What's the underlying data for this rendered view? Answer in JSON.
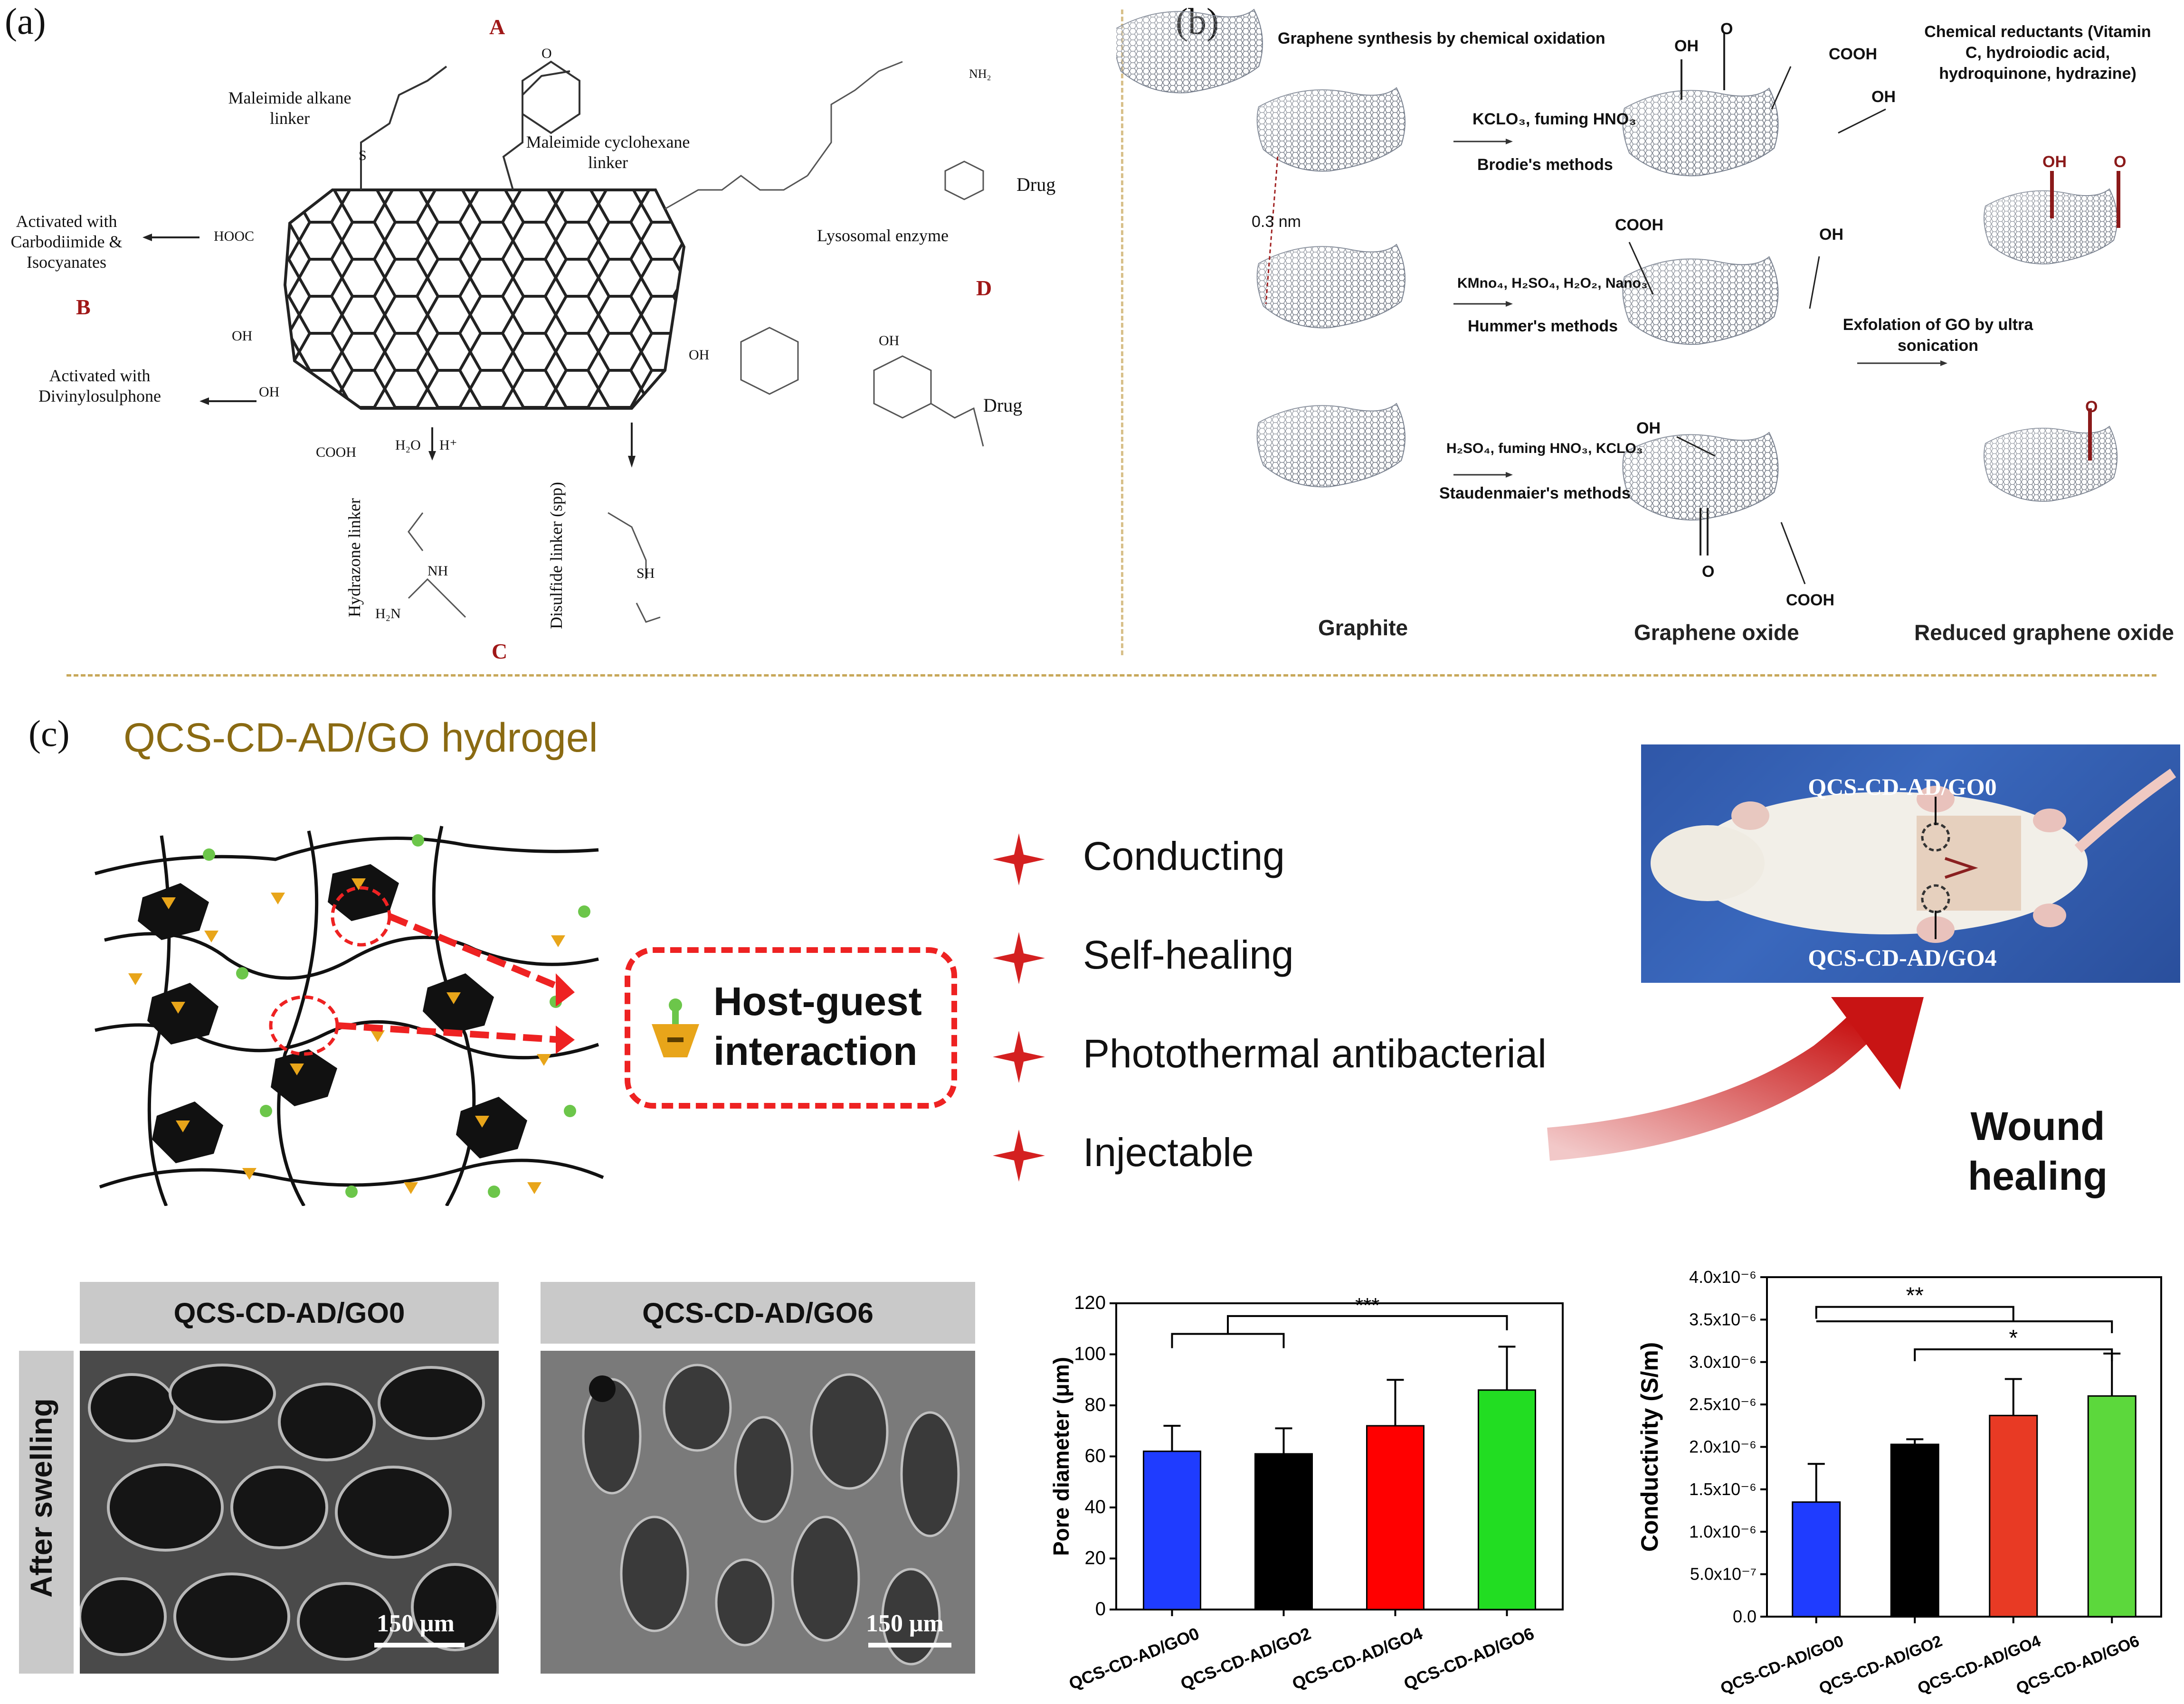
{
  "panel_a": {
    "label": "(a)",
    "letters": {
      "a": "A",
      "b": "B",
      "c": "C",
      "d": "D"
    },
    "maleimide_alkane": "Maleimide alkane linker",
    "maleimide_cyclohexane": "Maleimide cyclohexane linker",
    "activated_carbodiimide": "Activated with Carbodiimide & Isocyanates",
    "activated_divinyl": "Activated with Divinylosulphone",
    "hooc": "HOOC",
    "cooh": "COOH",
    "oh_left": "OH",
    "oh_right": "OH",
    "oh_bottom": "OH",
    "h2o": "H₂O",
    "h_plus": "H⁺",
    "hydrazone": "Hydrazone linker",
    "disulfide": "Disulfide linker (spp)",
    "lysosomal": "Lysosomal enzyme",
    "drug1": "Drug",
    "drug2": "Drug",
    "nh": "NH",
    "h2n": "H₂N",
    "sh": "SH",
    "nh2": "NH₂",
    "o": "O",
    "s": "S",
    "oh": "OH"
  },
  "panel_b": {
    "label": "(b)",
    "synthesis_title": "Graphene synthesis by chemical oxidation",
    "reductants": "Chemical reductants (Vitamin C, hydroiodic acid, hydroquinone, hydrazine)",
    "spacing": "0.3 nm",
    "route1_reagent": "KCLO₃, fuming HNO₃",
    "route1_method": "Brodie's methods",
    "route2_reagent": "KMno₄, H₂SO₄, H₂O₂, Nano₃",
    "route2_method": "Hummer's methods",
    "route3_reagent": "H₂SO₄, fuming HNO₃, KCLO₃",
    "route3_method": "Staudenmaier's methods",
    "exfoliation": "Exfolation of GO by ultra sonication",
    "oh": "OH",
    "o": "O",
    "cooh": "COOH",
    "caption_graphite": "Graphite",
    "caption_go": "Graphene oxide",
    "caption_rgo": "Reduced graphene oxide"
  },
  "panel_c": {
    "label": "(c)",
    "title": "QCS-CD-AD/GO hydrogel",
    "host_guest": "Host-guest interaction",
    "features": [
      "Conducting",
      "Self-healing",
      "Photothermal antibacterial",
      "Injectable"
    ],
    "photo_label_top": "QCS-CD-AD/GO0",
    "photo_label_bottom": "QCS-CD-AD/GO4",
    "wound_healing": "Wound healing",
    "sem_left_title": "QCS-CD-AD/GO0",
    "sem_right_title": "QCS-CD-AD/GO6",
    "sem_side_label": "After swelling",
    "scale_bar": "150 μm"
  },
  "colors": {
    "accent_gold": "#8a6a12",
    "red": "#d42020",
    "blue": "#1f3cff",
    "black": "#000000",
    "bar_red": "#ff0000",
    "green": "#22dd22",
    "cond_red": "#e83a24",
    "cond_green": "#5cd83c",
    "divider": "#c8a85a"
  },
  "chart_data": [
    {
      "type": "bar",
      "categories": [
        "QCS-CD-AD/GO0",
        "QCS-CD-AD/GO2",
        "QCS-CD-AD/GO4",
        "QCS-CD-AD/GO6"
      ],
      "values": [
        62,
        61,
        72,
        86
      ],
      "errors": [
        10,
        10,
        18,
        17
      ],
      "colors": [
        "#1f3cff",
        "#000000",
        "#ff0000",
        "#22dd22"
      ],
      "ylabel": "Pore diameter (μm)",
      "ylim": [
        0,
        120
      ],
      "yticks": [
        "0",
        "20",
        "40",
        "60",
        "80",
        "100",
        "120"
      ],
      "significance": [
        {
          "from": 0,
          "to": 1,
          "label": ""
        },
        {
          "from": 0,
          "to": 3,
          "label": "***"
        }
      ]
    },
    {
      "type": "bar",
      "categories": [
        "QCS-CD-AD/GO0",
        "QCS-CD-AD/GO2",
        "QCS-CD-AD/GO4",
        "QCS-CD-AD/GO6"
      ],
      "values": [
        1.35e-06,
        2.03e-06,
        2.37e-06,
        2.6e-06
      ],
      "errors": [
        4.5e-07,
        6e-08,
        4.3e-07,
        5e-07
      ],
      "colors": [
        "#1f3cff",
        "#000000",
        "#e83a24",
        "#5cd83c"
      ],
      "ylabel": "Conductivity (S/m)",
      "ylim": [
        0,
        4e-06
      ],
      "yticks": [
        "0.0",
        "5.0x10⁻⁷",
        "1.0x10⁻⁶",
        "1.5x10⁻⁶",
        "2.0x10⁻⁶",
        "2.5x10⁻⁶",
        "3.0x10⁻⁶",
        "3.5x10⁻⁶",
        "4.0x10⁻⁶"
      ],
      "significance": [
        {
          "from": 0,
          "to": 3,
          "label": "**"
        },
        {
          "from": 1,
          "to": 3,
          "label": "*"
        }
      ]
    }
  ]
}
